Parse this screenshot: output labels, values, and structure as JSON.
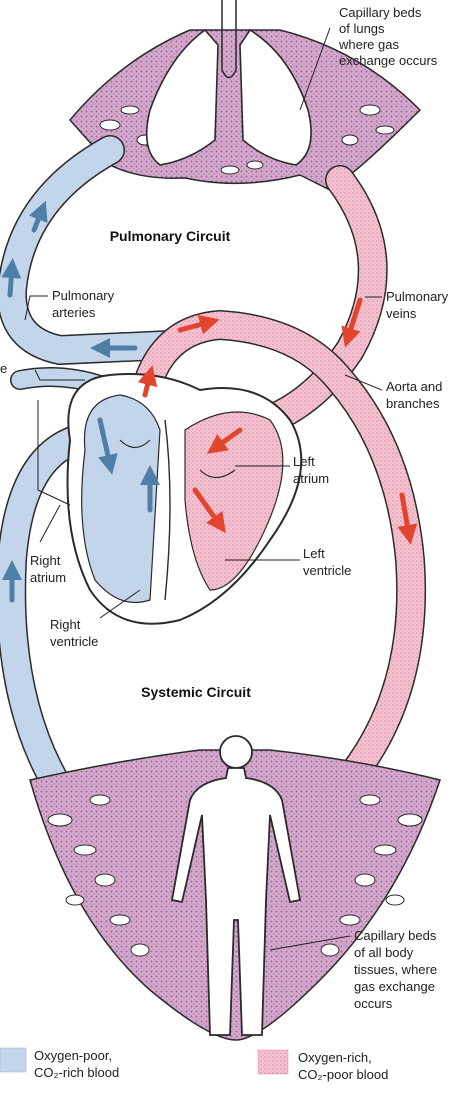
{
  "diagram": {
    "titles": {
      "pulmonary": "Pulmonary Circuit",
      "systemic": "Systemic Circuit"
    },
    "labels": {
      "capillary_lungs": [
        "Capillary beds",
        "of lungs",
        "where gas",
        "exchange occurs"
      ],
      "pulmonary_arteries": [
        "Pulmonary",
        "arteries"
      ],
      "pulmonary_veins": [
        "Pulmonary",
        "veins"
      ],
      "aorta": [
        "Aorta and",
        "branches"
      ],
      "left_atrium": [
        "Left",
        "atrium"
      ],
      "left_ventricle": [
        "Left",
        "ventricle"
      ],
      "right_atrium": [
        "Right",
        "atrium"
      ],
      "right_ventricle": [
        "Right",
        "ventricle"
      ],
      "capillary_body": [
        "Capillary beds",
        "of all body",
        "tissues, where",
        "gas exchange",
        "occurs"
      ],
      "partial_left": "e"
    },
    "legend": {
      "oxygen_poor": [
        "Oxygen-poor,",
        "CO₂-rich blood"
      ],
      "oxygen_rich": [
        "Oxygen-rich,",
        "CO₂-poor blood"
      ]
    },
    "colors": {
      "oxygen_poor_fill": "#c3d5ea",
      "oxygen_rich_fill": "#f6c4d2",
      "oxygen_poor_arrow": "#4f7ea6",
      "oxygen_rich_arrow": "#e2452e",
      "outline": "#2b2b2b"
    }
  }
}
